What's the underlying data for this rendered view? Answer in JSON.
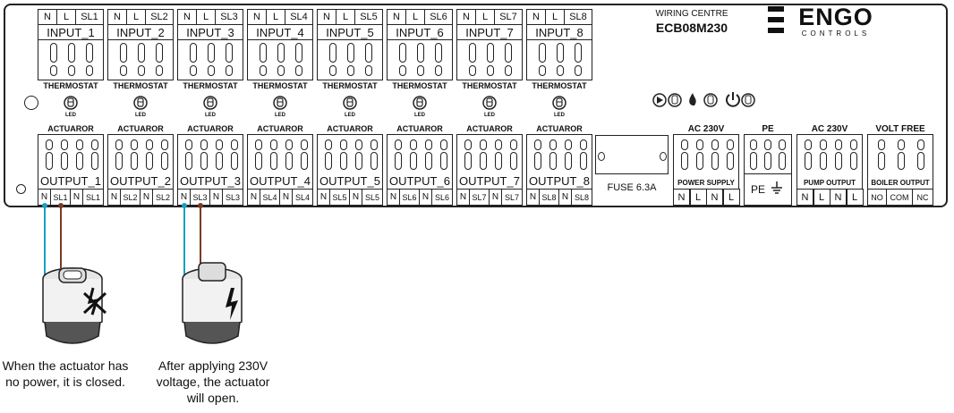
{
  "header": {
    "title": "WIRING CENTRE",
    "model": "ECB08M230",
    "brand": "ENGO",
    "brand_sub": "CONTROLS"
  },
  "inputs": [
    {
      "label": "INPUT_1",
      "sl": "SL1"
    },
    {
      "label": "INPUT_2",
      "sl": "SL2"
    },
    {
      "label": "INPUT_3",
      "sl": "SL3"
    },
    {
      "label": "INPUT_4",
      "sl": "SL4"
    },
    {
      "label": "INPUT_5",
      "sl": "SL5"
    },
    {
      "label": "INPUT_6",
      "sl": "SL6"
    },
    {
      "label": "INPUT_7",
      "sl": "SL7"
    },
    {
      "label": "INPUT_8",
      "sl": "SL8"
    }
  ],
  "input_terms": [
    "N",
    "L"
  ],
  "thermostat_label": "THERMOSTAT",
  "led_label": "LED",
  "actuator_label": "ACTUAROR",
  "outputs": [
    {
      "label": "OUTPUT_1",
      "sl": "SL1"
    },
    {
      "label": "OUTPUT_2",
      "sl": "SL2"
    },
    {
      "label": "OUTPUT_3",
      "sl": "SL3"
    },
    {
      "label": "OUTPUT_4",
      "sl": "SL4"
    },
    {
      "label": "OUTPUT_5",
      "sl": "SL5"
    },
    {
      "label": "OUTPUT_6",
      "sl": "SL6"
    },
    {
      "label": "OUTPUT_7",
      "sl": "SL7"
    },
    {
      "label": "OUTPUT_8",
      "sl": "SL8"
    }
  ],
  "output_n": "N",
  "fuse_label": "FUSE 6.3A",
  "power_supply": {
    "heading": "AC 230V",
    "label": "POWER SUPPLY",
    "terms": [
      "N",
      "L",
      "N",
      "L"
    ]
  },
  "pe": {
    "heading": "PE",
    "label": "PE"
  },
  "pump_output": {
    "heading": "AC 230V",
    "label": "PUMP OUTPUT",
    "terms": [
      "N",
      "L",
      "N",
      "L"
    ]
  },
  "volt_free": {
    "heading": "VOLT FREE",
    "label": "BOILER OUTPUT",
    "terms": [
      "NO",
      "COM",
      "NC"
    ]
  },
  "captions": {
    "closed": [
      "When the actuator has",
      "no power, it is closed."
    ],
    "open": [
      "After applying 230V",
      "voltage, the actuator",
      "will open."
    ]
  },
  "colors": {
    "neutral_wire": "#1a9fc2",
    "live_wire": "#7a3b22"
  }
}
